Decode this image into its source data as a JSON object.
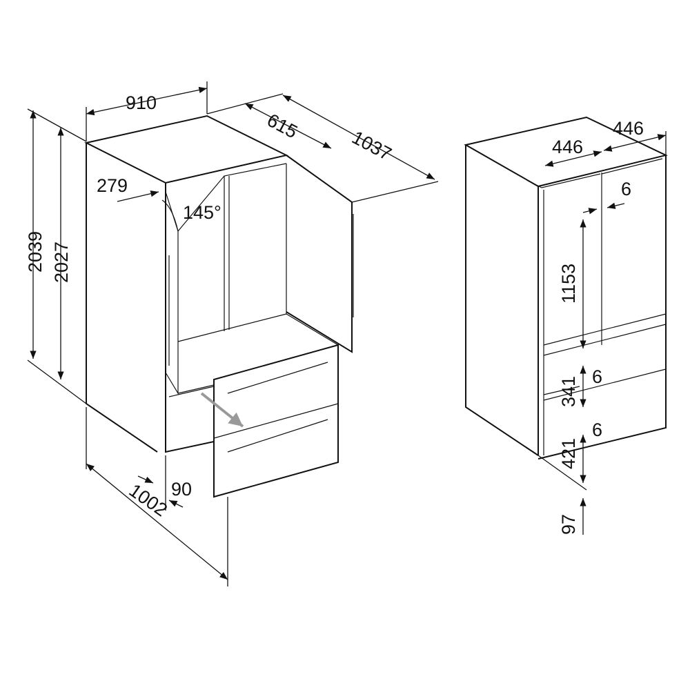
{
  "left_unit": {
    "width": "910",
    "depth_without_door": "615",
    "depth_door_open": "1037",
    "door_clearance": "279",
    "door_angle": "145°",
    "height_total": "2039",
    "height_body": "2027",
    "drawer_offset": "90",
    "depth_drawer_open": "1002"
  },
  "right_unit": {
    "door_width_left": "446",
    "door_width_right": "446",
    "gap_top": "6",
    "upper_height": "1153",
    "gap_mid": "6",
    "drawer_upper": "341",
    "gap_low": "6",
    "drawer_lower": "421",
    "plinth": "97"
  },
  "colors": {
    "line": "#111111",
    "arrow": "#999999"
  }
}
